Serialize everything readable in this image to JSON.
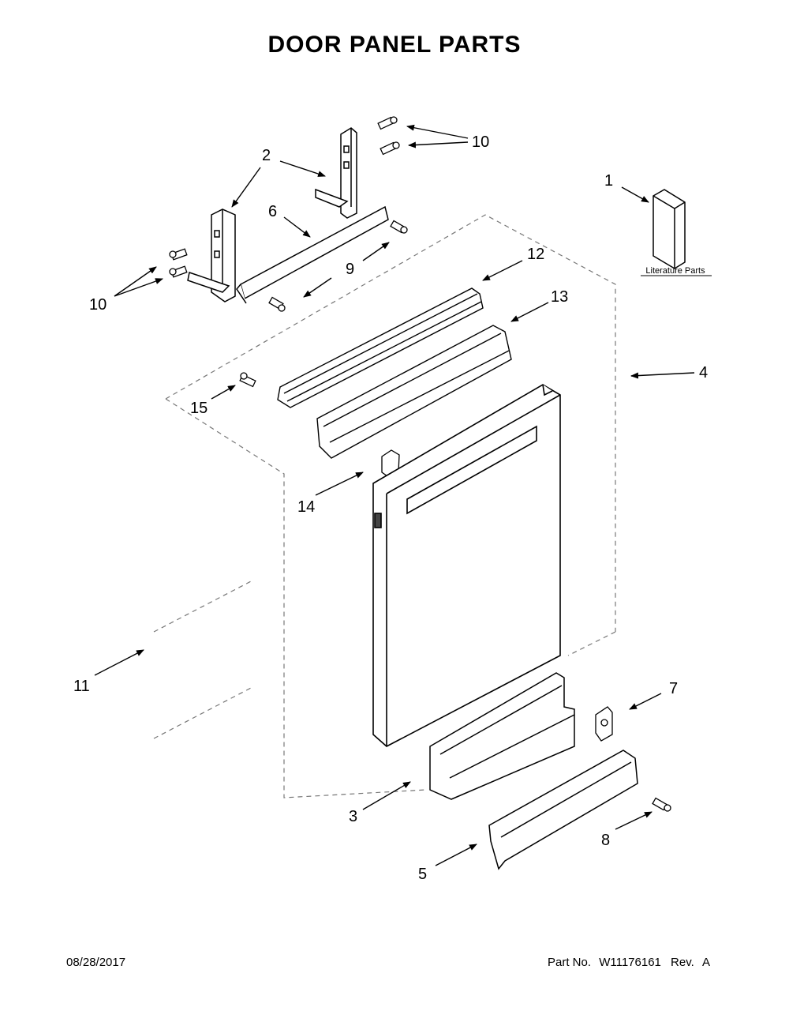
{
  "page": {
    "title": "DOOR PANEL PARTS",
    "date": "08/28/2017",
    "part_no_label": "Part No.",
    "part_no": "W11176161",
    "rev_label": "Rev.",
    "rev": "A"
  },
  "literature_label": "Literature Parts",
  "callouts": [
    "1",
    "2",
    "3",
    "4",
    "5",
    "6",
    "7",
    "8",
    "9",
    "10",
    "11",
    "12",
    "13",
    "14",
    "15"
  ]
}
